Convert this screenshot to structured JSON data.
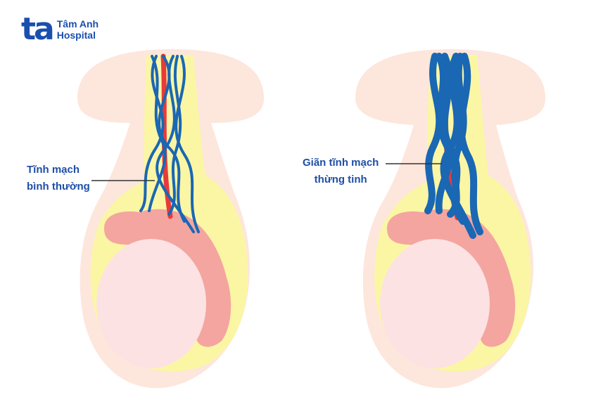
{
  "logo": {
    "mark": "ta",
    "name_line1": "Tâm Anh",
    "name_line2": "Hospital"
  },
  "labels": {
    "normal": {
      "line1": "Tĩnh mạch",
      "line2": "bình thường"
    },
    "varicocele": {
      "line1": "Giãn tĩnh mạch",
      "line2": "thừng tinh"
    }
  },
  "colors": {
    "skin": "#fde6dc",
    "fat": "#fbf6a4",
    "epididymis": "#f4a5a0",
    "testis": "#fce2e3",
    "vein": "#1a67b4",
    "artery": "#e93a3a",
    "brand": "#1a4fae",
    "label": "#1e4fa6"
  }
}
